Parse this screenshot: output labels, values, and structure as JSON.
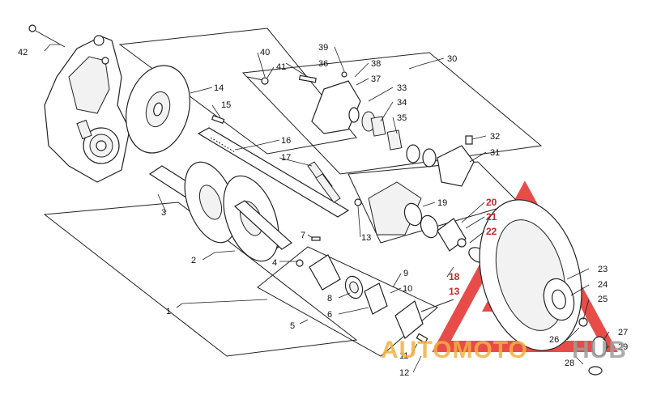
{
  "callouts": [
    {
      "id": "c1",
      "text": "1",
      "color": "#111111"
    },
    {
      "id": "c2",
      "text": "2",
      "color": "#111111"
    },
    {
      "id": "c3",
      "text": "3",
      "color": "#111111"
    },
    {
      "id": "c4",
      "text": "4",
      "color": "#111111"
    },
    {
      "id": "c5",
      "text": "5",
      "color": "#111111"
    },
    {
      "id": "c6",
      "text": "6",
      "color": "#111111"
    },
    {
      "id": "c7",
      "text": "7",
      "color": "#111111"
    },
    {
      "id": "c8",
      "text": "8",
      "color": "#111111"
    },
    {
      "id": "c9",
      "text": "9",
      "color": "#111111"
    },
    {
      "id": "c10",
      "text": "10",
      "color": "#111111"
    },
    {
      "id": "c11",
      "text": "11",
      "color": "#111111"
    },
    {
      "id": "c12",
      "text": "12",
      "color": "#111111"
    },
    {
      "id": "c13a",
      "text": "13",
      "color": "#111111"
    },
    {
      "id": "c13b",
      "text": "13",
      "color": "#c62828"
    },
    {
      "id": "c14",
      "text": "14",
      "color": "#111111"
    },
    {
      "id": "c15",
      "text": "15",
      "color": "#111111"
    },
    {
      "id": "c16",
      "text": "16",
      "color": "#111111"
    },
    {
      "id": "c17",
      "text": "17",
      "color": "#111111"
    },
    {
      "id": "c18",
      "text": "18",
      "color": "#c62828"
    },
    {
      "id": "c19",
      "text": "19",
      "color": "#111111"
    },
    {
      "id": "c20",
      "text": "20",
      "color": "#c62828"
    },
    {
      "id": "c21",
      "text": "21",
      "color": "#c62828"
    },
    {
      "id": "c22",
      "text": "22",
      "color": "#c62828"
    },
    {
      "id": "c23",
      "text": "23",
      "color": "#111111"
    },
    {
      "id": "c24",
      "text": "24",
      "color": "#111111"
    },
    {
      "id": "c25",
      "text": "25",
      "color": "#111111"
    },
    {
      "id": "c26",
      "text": "26",
      "color": "#111111"
    },
    {
      "id": "c27",
      "text": "27",
      "color": "#111111"
    },
    {
      "id": "c28",
      "text": "28",
      "color": "#111111"
    },
    {
      "id": "c29",
      "text": "29",
      "color": "#111111"
    },
    {
      "id": "c30",
      "text": "30",
      "color": "#111111"
    },
    {
      "id": "c31",
      "text": "31",
      "color": "#111111"
    },
    {
      "id": "c32",
      "text": "32",
      "color": "#111111"
    },
    {
      "id": "c33",
      "text": "33",
      "color": "#111111"
    },
    {
      "id": "c34",
      "text": "34",
      "color": "#111111"
    },
    {
      "id": "c35",
      "text": "35",
      "color": "#111111"
    },
    {
      "id": "c36",
      "text": "36",
      "color": "#111111"
    },
    {
      "id": "c37",
      "text": "37",
      "color": "#111111"
    },
    {
      "id": "c38",
      "text": "38",
      "color": "#111111"
    },
    {
      "id": "c39",
      "text": "39",
      "color": "#111111"
    },
    {
      "id": "c40",
      "text": "40",
      "color": "#111111"
    },
    {
      "id": "c41",
      "text": "41",
      "color": "#111111"
    },
    {
      "id": "c42",
      "text": "42",
      "color": "#111111"
    }
  ],
  "watermark": {
    "part_a": "AUTOMOTO",
    "part_b": "HUB",
    "color_a": "#f5b041",
    "color_b": "#9e9e9e",
    "logo_color": "#e53935"
  }
}
